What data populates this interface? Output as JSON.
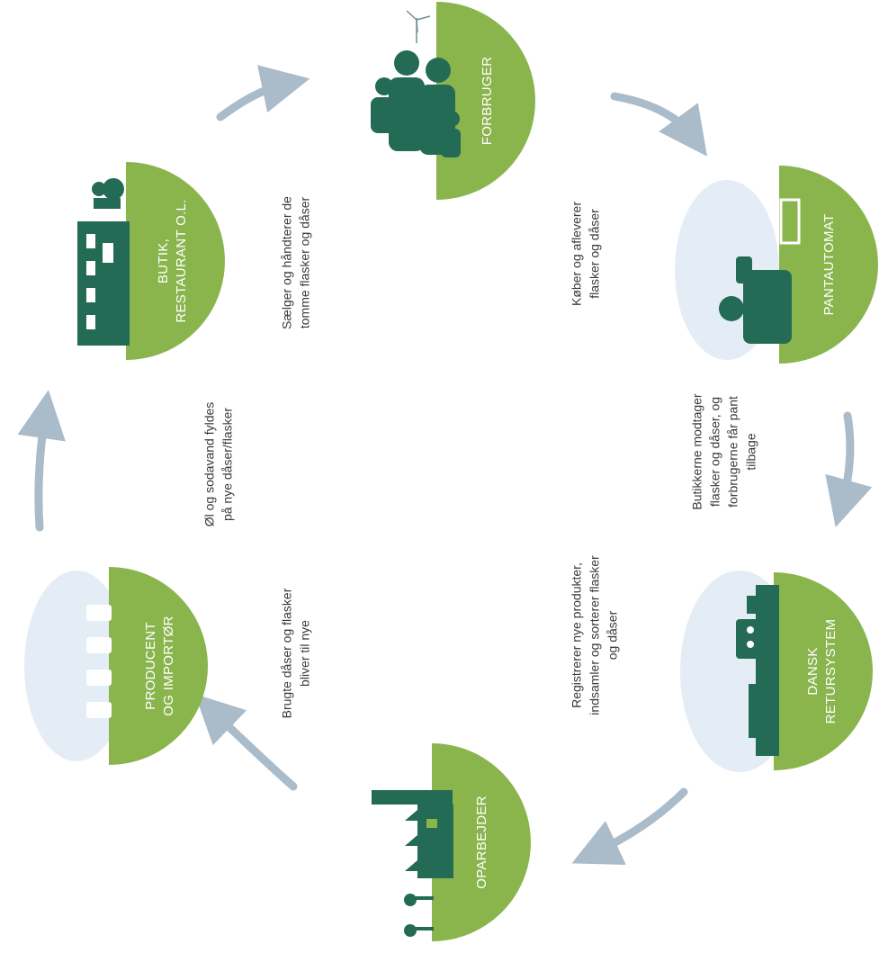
{
  "diagram": {
    "colors": {
      "node_green": "#8ab54d",
      "icon_teal": "#246b55",
      "arrow": "#aabbca",
      "sky": "#d8e6f1",
      "text": "#3a3a3a"
    },
    "nodes": {
      "forbruger": {
        "label": "FORBRUGER"
      },
      "pantautomat": {
        "label": "PANTAUTOMAT"
      },
      "dansk_retursystem": {
        "line1": "DANSK",
        "line2": "RETURSYSTEM"
      },
      "oparbejder": {
        "label": "OPARBEJDER"
      },
      "producent": {
        "line1": "PRODUCENT",
        "line2": "OG IMPORTØR"
      },
      "butik": {
        "line1": "BUTIK,",
        "line2": "RESTAURANT O.L."
      }
    },
    "steps": {
      "forbruger_step": {
        "line1": "Køber og afleverer",
        "line2": "flasker og dåser"
      },
      "pantautomat_step": {
        "line1": "Butikkerne modtager",
        "line2": "flasker og dåser, og",
        "line3": "forbrugerne får pant",
        "line4": "tilbage"
      },
      "retursystem_step": {
        "line1": "Registrerer nye produkter,",
        "line2": "indsamler og sorterer flasker",
        "line3": "og dåser"
      },
      "oparbejder_step": {
        "line1": "Brugte dåser og flasker",
        "line2": "bliver til nye"
      },
      "producent_step": {
        "line1": "Øl og sodavand fyldes",
        "line2": "på nye dåser/flasker"
      },
      "butik_step": {
        "line1": "Sælger og håndterer de",
        "line2": "tomme flasker og dåser"
      }
    }
  }
}
